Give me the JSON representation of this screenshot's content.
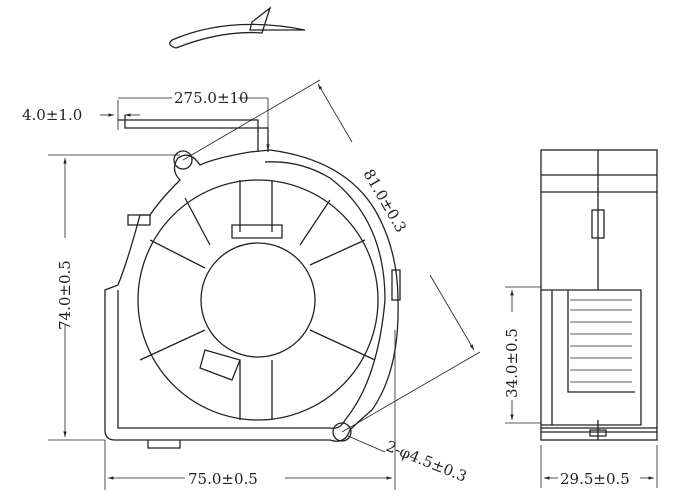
{
  "title": "Blower fan dimension drawing",
  "dimensions": {
    "lead_strip": "4.0±1.0",
    "lead_length": "275.0±10",
    "hole_spacing": "81.0±0.3",
    "height": "74.0±0.5",
    "width": "75.0±0.5",
    "holes": "2-φ4.5±0.3",
    "outlet_height": "34.0±0.5",
    "thickness": "29.5±0.5"
  },
  "rotation_direction": "clockwise"
}
